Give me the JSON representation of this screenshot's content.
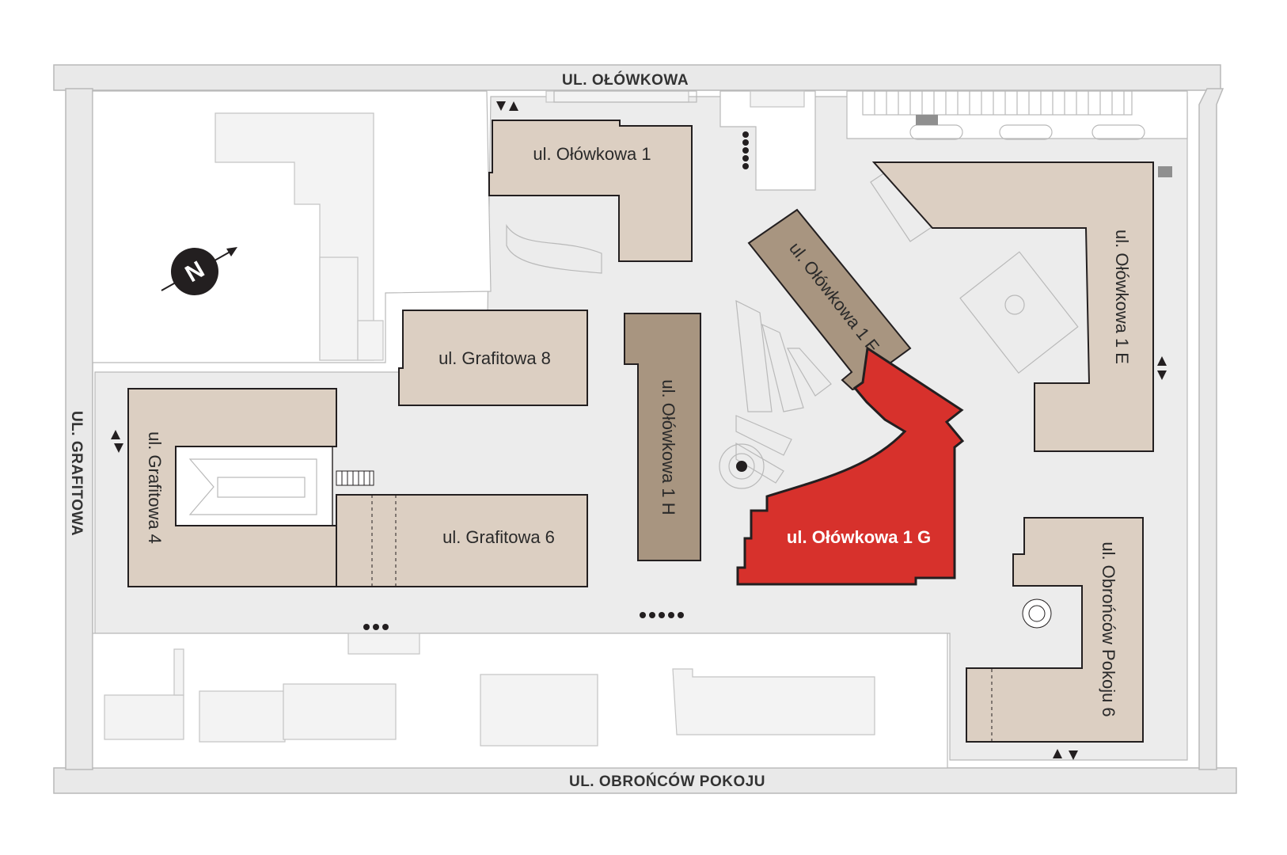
{
  "streets": {
    "north": "UL. OŁÓWKOWA",
    "west": "UL. GRAFITOWA",
    "south": "UL. OBROŃCÓW POKOJU"
  },
  "buildings": [
    {
      "id": "olowkowa-1",
      "label": "ul. Ołówkowa 1"
    },
    {
      "id": "grafitowa-8",
      "label": "ul. Grafitowa 8"
    },
    {
      "id": "olowkowa-1h",
      "label": "ul. Ołówkowa 1 H"
    },
    {
      "id": "olowkowa-1f",
      "label": "ul. Ołówkowa 1 F"
    },
    {
      "id": "olowkowa-1e",
      "label": "ul. Ołówkowa 1 E"
    },
    {
      "id": "grafitowa-4",
      "label": "ul. Grafitowa 4"
    },
    {
      "id": "grafitowa-6",
      "label": "ul. Grafitowa 6"
    },
    {
      "id": "olowkowa-1g",
      "label": "ul. Ołówkowa 1 G",
      "highlighted": true
    },
    {
      "id": "obroncow-6",
      "label": "ul. Obrońców Pokoju 6"
    }
  ],
  "compass": {
    "icon": "compass-north-icon",
    "letter": "N"
  },
  "colors": {
    "road": "#e9e9e9",
    "road_stroke": "#b9b9b9",
    "building": "#dccfc2",
    "building_dark": "#a89580",
    "highlight": "#d7312c",
    "outline": "#231f20"
  }
}
